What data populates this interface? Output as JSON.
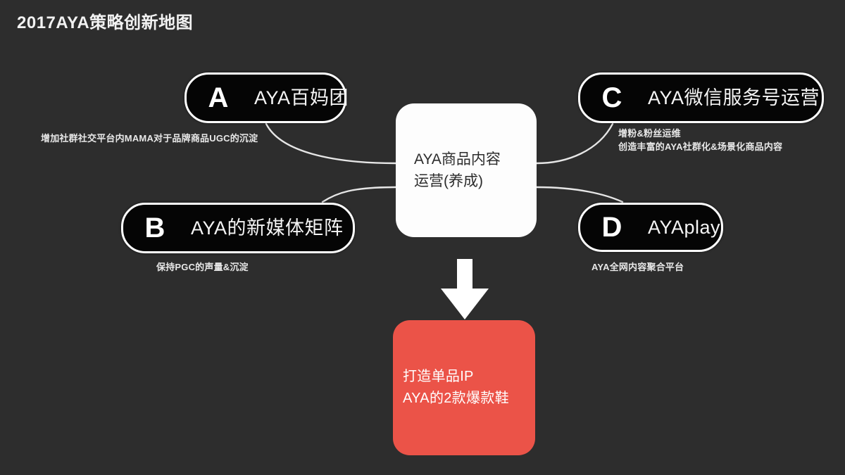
{
  "slide": {
    "title": "2017AYA策略创新地图",
    "background_color": "#2d2d2d"
  },
  "center": {
    "line1": "AYA商品内容",
    "line2": "运营(养成)",
    "background_color": "#fdfdfd",
    "text_color": "#2c2c2c"
  },
  "branches": [
    {
      "letter": "A",
      "label": "AYA百妈团",
      "caption": "增加社群社交平台内MAMA对于品牌商品UGC的沉淀"
    },
    {
      "letter": "B",
      "label": "AYA的新媒体矩阵",
      "caption": "保持PGC的声量&沉淀"
    },
    {
      "letter": "C",
      "label": "AYA微信服务号运营",
      "caption": "增粉&粉丝运维\n创造丰富的AYA社群化&场景化商品内容"
    },
    {
      "letter": "D",
      "label": "AYAplay",
      "caption": "AYA全网内容聚合平台"
    }
  ],
  "outcome": {
    "line1": "打造单品IP",
    "line2": "AYA的2款爆款鞋",
    "background_color": "#eb5348",
    "text_color": "#ffffff"
  },
  "arrow": {
    "icon": "arrow-down-icon",
    "color": "#ffffff"
  },
  "connector": {
    "color": "#e6e6e6"
  }
}
